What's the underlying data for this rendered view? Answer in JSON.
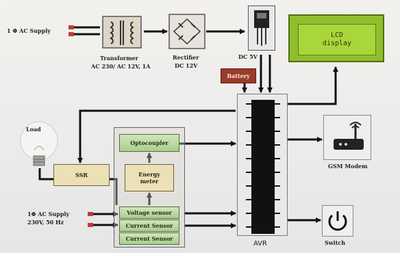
{
  "labels": {
    "ac_supply_top": "1 Φ AC Supply",
    "transformer_1": "Transformer",
    "transformer_2": "AC 230/ AC 12V, 1A",
    "rectifier_1": "Rectifier",
    "rectifier_2": "DC 12V",
    "dc5v": "DC 5V",
    "battery": "Battery",
    "lcd_line1": "LCD",
    "lcd_line2": "display",
    "load": "Load",
    "ssr": "SSR",
    "optocoupler": "Optocoupler",
    "energy_meter_1": "Energy",
    "energy_meter_2": "meter",
    "voltage_sensor": "Voltage sensor",
    "current_sensor_1": "Current Sensor",
    "current_sensor_2": "Current Sensor",
    "ac_supply_bottom_1": "1Φ AC Supply",
    "ac_supply_bottom_2": "230V, 50 Hz",
    "avr": "AVR",
    "gsm": "GSM Modem",
    "switch": "Switch"
  },
  "colors": {
    "wire": "#111111",
    "plug_tab": "#c23b3b",
    "battery": "#9a3b2b",
    "lcd": "#a9d63b",
    "sensor_box": "#b5d79a"
  }
}
